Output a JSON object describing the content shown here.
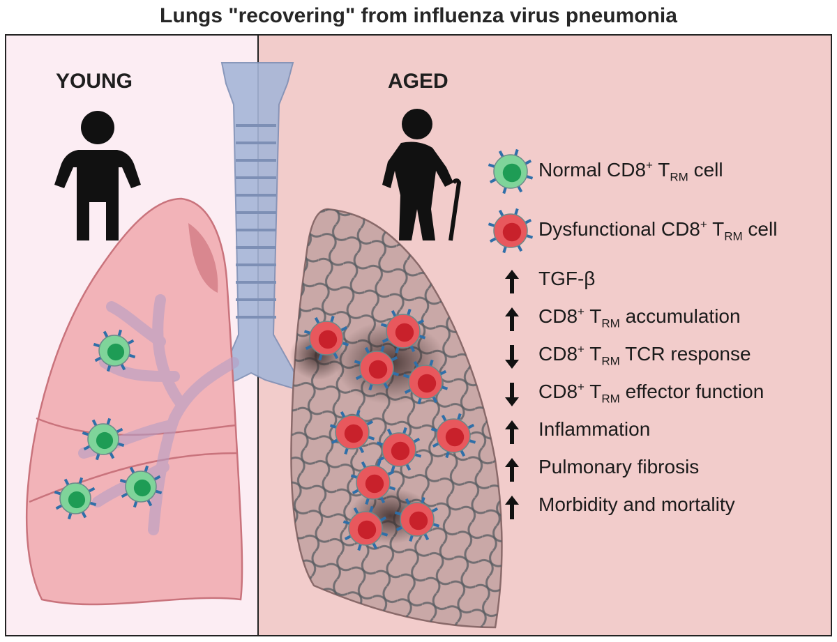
{
  "title": "Lungs \"recovering\" from influenza virus pneumonia",
  "panels": {
    "young": {
      "label": "YOUNG"
    },
    "aged": {
      "label": "AGED"
    }
  },
  "legend": {
    "normal": {
      "a": "Normal CD8",
      "sup": "+",
      "t": " T",
      "sub": "RM",
      "b": " cell"
    },
    "dysfunctional": {
      "a": "Dysfunctional CD8",
      "sup": "+",
      "t": " T",
      "sub": "RM",
      "b": " cell"
    }
  },
  "changes": [
    {
      "dir": "up",
      "a": "TGF-β",
      "sup": "",
      "t": "",
      "sub": "",
      "b": ""
    },
    {
      "dir": "up",
      "a": "CD8",
      "sup": "+",
      "t": " T",
      "sub": "RM",
      "b": " accumulation"
    },
    {
      "dir": "down",
      "a": "CD8",
      "sup": "+",
      "t": " T",
      "sub": "RM",
      "b": " TCR response"
    },
    {
      "dir": "down",
      "a": "CD8",
      "sup": "+",
      "t": " T",
      "sub": "RM",
      "b": " effector function"
    },
    {
      "dir": "up",
      "a": "Inflammation",
      "sup": "",
      "t": "",
      "sub": "",
      "b": ""
    },
    {
      "dir": "up",
      "a": "Pulmonary fibrosis",
      "sup": "",
      "t": "",
      "sub": "",
      "b": ""
    },
    {
      "dir": "up",
      "a": "Morbidity and mortality",
      "sup": "",
      "t": "",
      "sub": "",
      "b": ""
    }
  ],
  "colors": {
    "young_bg": "#fcedf3",
    "aged_bg": "#f2cccb",
    "lung": "#f2b3b8",
    "lung_outline": "#c9737c",
    "trachea": "#9fb3d6",
    "normal_cell": "#7fd49a",
    "normal_nucleus": "#1e9c55",
    "dysfunctional_cell": "#e8585d",
    "dysfunctional_nucleus": "#c8212b"
  }
}
